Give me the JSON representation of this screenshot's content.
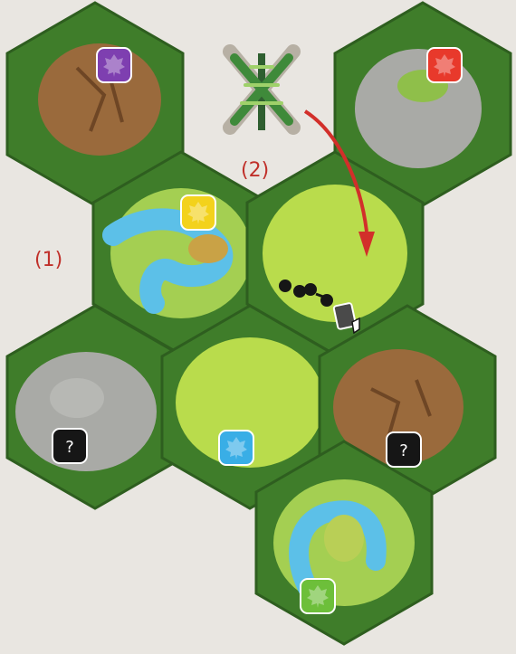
{
  "annotations": {
    "label_1": "(1)",
    "label_2": "(2)"
  },
  "tiles": [
    {
      "name": "tile-dirt-top-left",
      "terrain": "dirt",
      "token": "purple-leaf-token"
    },
    {
      "name": "tile-rock-top-right",
      "terrain": "rock",
      "token": "red-leaf-token"
    },
    {
      "name": "tile-water-middle-left",
      "terrain": "water",
      "token": "yellow-leaf-token"
    },
    {
      "name": "tile-meadow-middle-right",
      "terrain": "meadow",
      "token": null
    },
    {
      "name": "tile-rock-lower-left",
      "terrain": "rock",
      "token": "black-beast-token"
    },
    {
      "name": "tile-meadow-lower-center",
      "terrain": "meadow",
      "token": "blue-leaf-token"
    },
    {
      "name": "tile-dirt-lower-right",
      "terrain": "dirt",
      "token": "black-beast-token"
    },
    {
      "name": "tile-water-bottom",
      "terrain": "water",
      "token": "green-leaf-token"
    }
  ],
  "icons": [
    "forest-card-icon",
    "red-arrow-icon",
    "paw-prints-icon",
    "card-hand-icon"
  ],
  "colors": {
    "background": "#e9e6e1",
    "forest_border": "#3f7d2a",
    "meadow": "#b9dc4c",
    "water": "#5cc0e8",
    "dirt": "#9a6a3c",
    "rock": "#a9aaa6",
    "annotation_red": "#c0302a",
    "leaf_purple": "#7e3fb0",
    "leaf_red": "#e8392b",
    "leaf_yellow": "#f3d21c",
    "leaf_blue": "#39aee6",
    "leaf_green": "#6dbf3a"
  }
}
